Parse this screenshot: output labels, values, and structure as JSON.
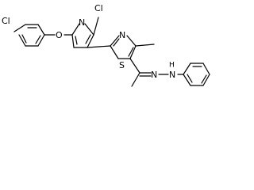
{
  "structure": {
    "labels": {
      "cl_left": "Cl",
      "o_ether": "O",
      "n_pyridine": "N",
      "cl_top": "Cl",
      "n_thiazole": "N",
      "s_thiazole": "S",
      "n_hydrazone1": "N",
      "n_hydrazone2": "N",
      "h_nh": "H"
    }
  }
}
